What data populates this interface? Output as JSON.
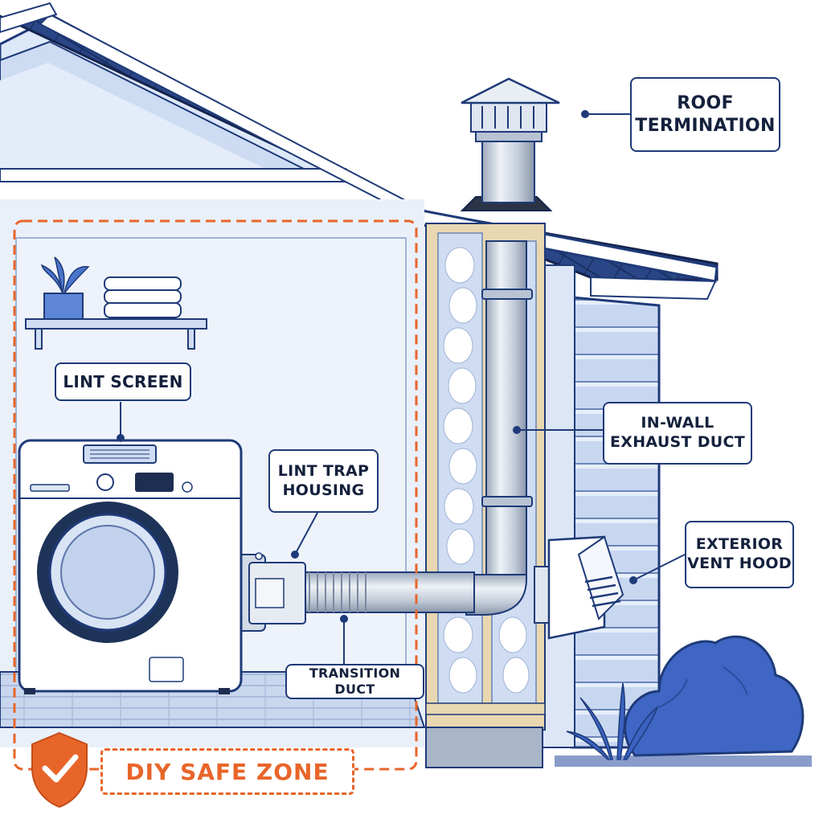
{
  "labels": {
    "roof_termination": [
      "ROOF",
      "TERMINATION"
    ],
    "lint_screen": "LINT SCREEN",
    "lint_trap_housing": [
      "LINT TRAP",
      "HOUSING"
    ],
    "in_wall_exhaust_duct": [
      "IN-WALL",
      "EXHAUST DUCT"
    ],
    "exterior_vent_hood": [
      "EXTERIOR",
      "VENT HOOD"
    ],
    "transition_duct": "TRANSITION DUCT"
  },
  "safe_zone": {
    "label": "DIY SAFE ZONE",
    "icon": "shield-check-icon"
  },
  "colors": {
    "outline": "#1e3a78",
    "roof": "#233e7c",
    "wall_blue": "#c6d6ef",
    "interior": "#e9f0fa",
    "safe_zone_orange": "#e8652a",
    "metal": "#c9d1dc",
    "bush": "#3f66c4"
  }
}
